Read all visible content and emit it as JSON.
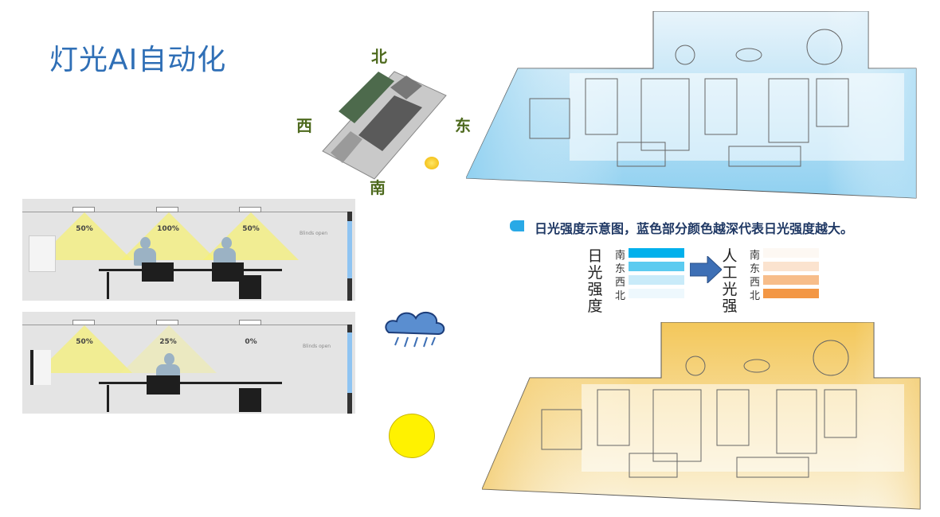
{
  "title": "灯光AI自动化",
  "compass": {
    "north": "北",
    "west": "西",
    "east": "东",
    "south": "南"
  },
  "scenario_sunny_blinds": {
    "lamps": [
      "50%",
      "100%",
      "50%"
    ],
    "blinds_label": "Blinds open"
  },
  "scenario_cloudy": {
    "lamps": [
      "50%",
      "25%",
      "0%"
    ],
    "blinds_label": "Blinds open"
  },
  "legend": {
    "caption": "日光强度示意图，蓝色部分颜色越深代表日光强度越大。",
    "left_title": [
      "日",
      "光",
      "强",
      "度"
    ],
    "right_title": [
      "人",
      "工",
      "光",
      "强"
    ],
    "directions": [
      "南",
      "东",
      "西",
      "北"
    ],
    "daylight_colors": [
      "#00b0ec",
      "#5ccbf0",
      "#c9ebf9",
      "#eef8fd"
    ],
    "artificial_colors": [
      "#fdf8f3",
      "#fbe3cf",
      "#f7bd8a",
      "#f39745"
    ],
    "arrow_color": "#3d6fb5"
  }
}
